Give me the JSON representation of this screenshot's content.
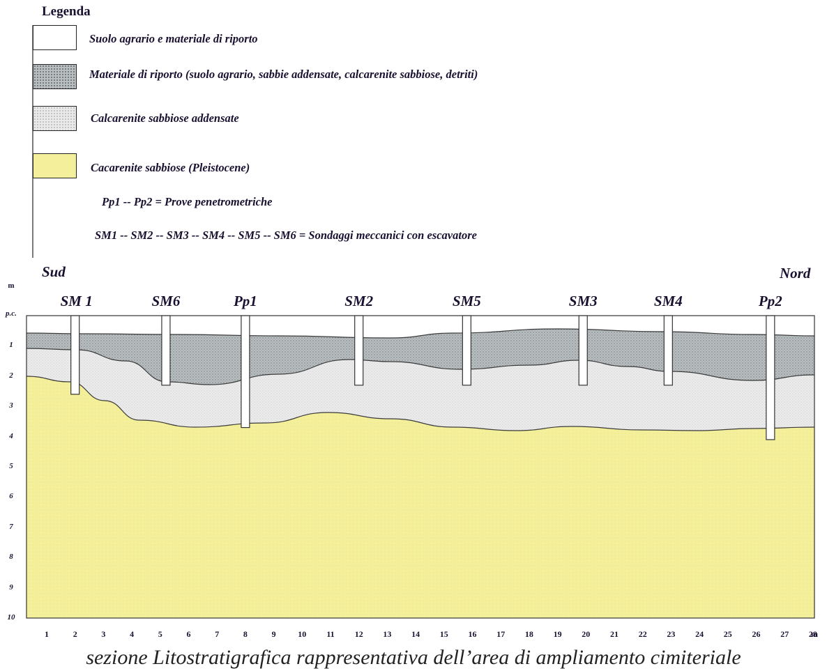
{
  "legend": {
    "title": "Legenda",
    "items": [
      {
        "label": "Suolo agrario e materiale di riporto",
        "color": "#ffffff"
      },
      {
        "label": "Materiale di riporto (suolo agrario, sabbie addensate, calcarenite sabbiose, detriti)",
        "color": "#b9bfc0"
      },
      {
        "label": "Calcarenite sabbiose addensate",
        "color": "#eaeaea"
      },
      {
        "label": "Cacarenite sabbiose (Pleistocene)",
        "color": "#f4ef9a"
      }
    ],
    "note_pp": "Pp1 -- Pp2 = Prove penetrometriche",
    "note_sm": "SM1 -- SM2 -- SM3 -- SM4 -- SM5 -- SM6 = Sondaggi meccanici con escavatore"
  },
  "section": {
    "dir_south": "Sud",
    "dir_north": "Nord",
    "depth_unit": "m",
    "depth_labels": [
      "p.c.",
      "1",
      "2",
      "3",
      "4",
      "5",
      "6",
      "7",
      "8",
      "9",
      "10"
    ],
    "x_labels": [
      "1",
      "2",
      "3",
      "4",
      "5",
      "6",
      "7",
      "8",
      "9",
      "10",
      "11",
      "12",
      "13",
      "14",
      "15",
      "16",
      "17",
      "18",
      "19",
      "20",
      "21",
      "22",
      "23",
      "24",
      "25",
      "26",
      "27",
      "28"
    ],
    "x_unit": "m",
    "probes": [
      {
        "name": "SM 1",
        "x": 2,
        "depth": 2.6
      },
      {
        "name": "SM6",
        "x": 5.2,
        "depth": 2.3
      },
      {
        "name": "Pp1",
        "x": 8,
        "depth": 3.7
      },
      {
        "name": "SM2",
        "x": 12,
        "depth": 2.3
      },
      {
        "name": "SM5",
        "x": 15.8,
        "depth": 2.3
      },
      {
        "name": "SM3",
        "x": 19.9,
        "depth": 2.3
      },
      {
        "name": "SM4",
        "x": 22.9,
        "depth": 2.3
      },
      {
        "name": "Pp2",
        "x": 26.5,
        "depth": 4.1
      }
    ],
    "colors": {
      "riporto": "#b9bfc0",
      "calcarenite_addensate": "#eaeaea",
      "pleistocene": "#f4ef9a",
      "line": "#333333"
    }
  },
  "caption": "sezione Litostratigrafica rappresentativa dell’area di ampliamento cimiteriale"
}
